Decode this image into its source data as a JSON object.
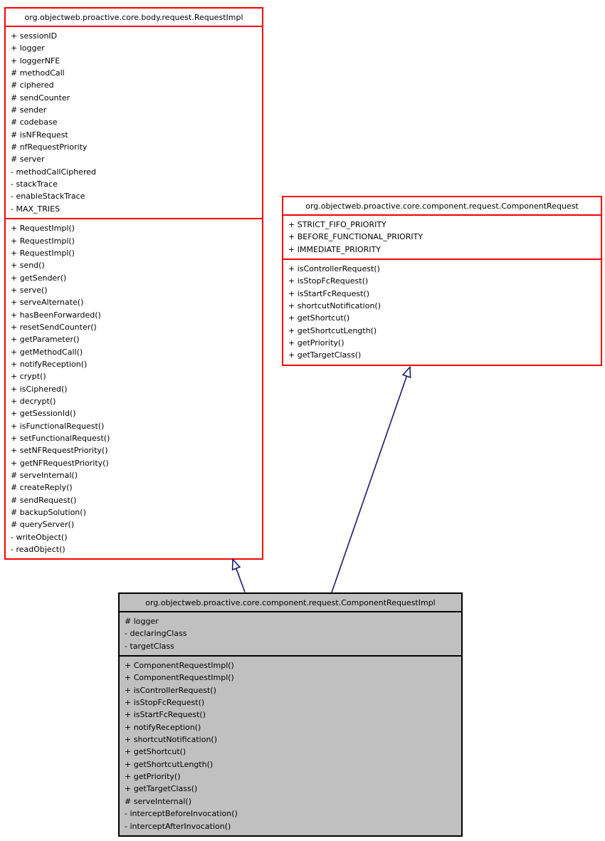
{
  "diagram": {
    "type": "uml-class-inheritance-graph",
    "colors": {
      "inherited_box_border": "#ff0000",
      "inherited_box_fill": "#ffffff",
      "current_box_border": "#000000",
      "current_box_fill": "#c0c0c0",
      "arrow": "#191970",
      "text": "#000000"
    },
    "classes": [
      {
        "title": "org.objectweb.proactive.core.body.request.RequestImpl",
        "attributes": [
          "+ sessionID",
          "+ logger",
          "+ loggerNFE",
          "# methodCall",
          "# ciphered",
          "# sendCounter",
          "# sender",
          "# codebase",
          "# isNFRequest",
          "# nfRequestPriority",
          "# server",
          "- methodCallCiphered",
          "- stackTrace",
          "- enableStackTrace",
          "- MAX_TRIES"
        ],
        "methods": [
          "+ RequestImpl()",
          "+ RequestImpl()",
          "+ RequestImpl()",
          "+ send()",
          "+ getSender()",
          "+ serve()",
          "+ serveAlternate()",
          "+ hasBeenForwarded()",
          "+ resetSendCounter()",
          "+ getParameter()",
          "+ getMethodCall()",
          "+ notifyReception()",
          "+ crypt()",
          "+ isCiphered()",
          "+ decrypt()",
          "+ getSessionId()",
          "+ isFunctionalRequest()",
          "+ setFunctionalRequest()",
          "+ setNFRequestPriority()",
          "+ getNFRequestPriority()",
          "# serveInternal()",
          "# createReply()",
          "# sendRequest()",
          "# backupSolution()",
          "# queryServer()",
          "- writeObject()",
          "- readObject()"
        ]
      },
      {
        "title": "org.objectweb.proactive.core.component.request.ComponentRequest",
        "attributes": [
          "+ STRICT_FIFO_PRIORITY",
          "+ BEFORE_FUNCTIONAL_PRIORITY",
          "+ IMMEDIATE_PRIORITY"
        ],
        "methods": [
          "+ isControllerRequest()",
          "+ isStopFcRequest()",
          "+ isStartFcRequest()",
          "+ shortcutNotification()",
          "+ getShortcut()",
          "+ getShortcutLength()",
          "+ getPriority()",
          "+ getTargetClass()"
        ]
      },
      {
        "title": "org.objectweb.proactive.core.component.request.ComponentRequestImpl",
        "attributes": [
          "# logger",
          "- declaringClass",
          "- targetClass"
        ],
        "methods": [
          "+ ComponentRequestImpl()",
          "+ ComponentRequestImpl()",
          "+ isControllerRequest()",
          "+ isStopFcRequest()",
          "+ isStartFcRequest()",
          "+ notifyReception()",
          "+ shortcutNotification()",
          "+ getShortcut()",
          "+ getShortcutLength()",
          "+ getPriority()",
          "+ getTargetClass()",
          "# serveInternal()",
          "- interceptBeforeInvocation()",
          "- interceptAfterInvocation()"
        ]
      }
    ],
    "relations": [
      {
        "from": "org.objectweb.proactive.core.component.request.ComponentRequestImpl",
        "to": "org.objectweb.proactive.core.body.request.RequestImpl",
        "type": "inheritance"
      },
      {
        "from": "org.objectweb.proactive.core.component.request.ComponentRequestImpl",
        "to": "org.objectweb.proactive.core.component.request.ComponentRequest",
        "type": "inheritance"
      }
    ]
  }
}
